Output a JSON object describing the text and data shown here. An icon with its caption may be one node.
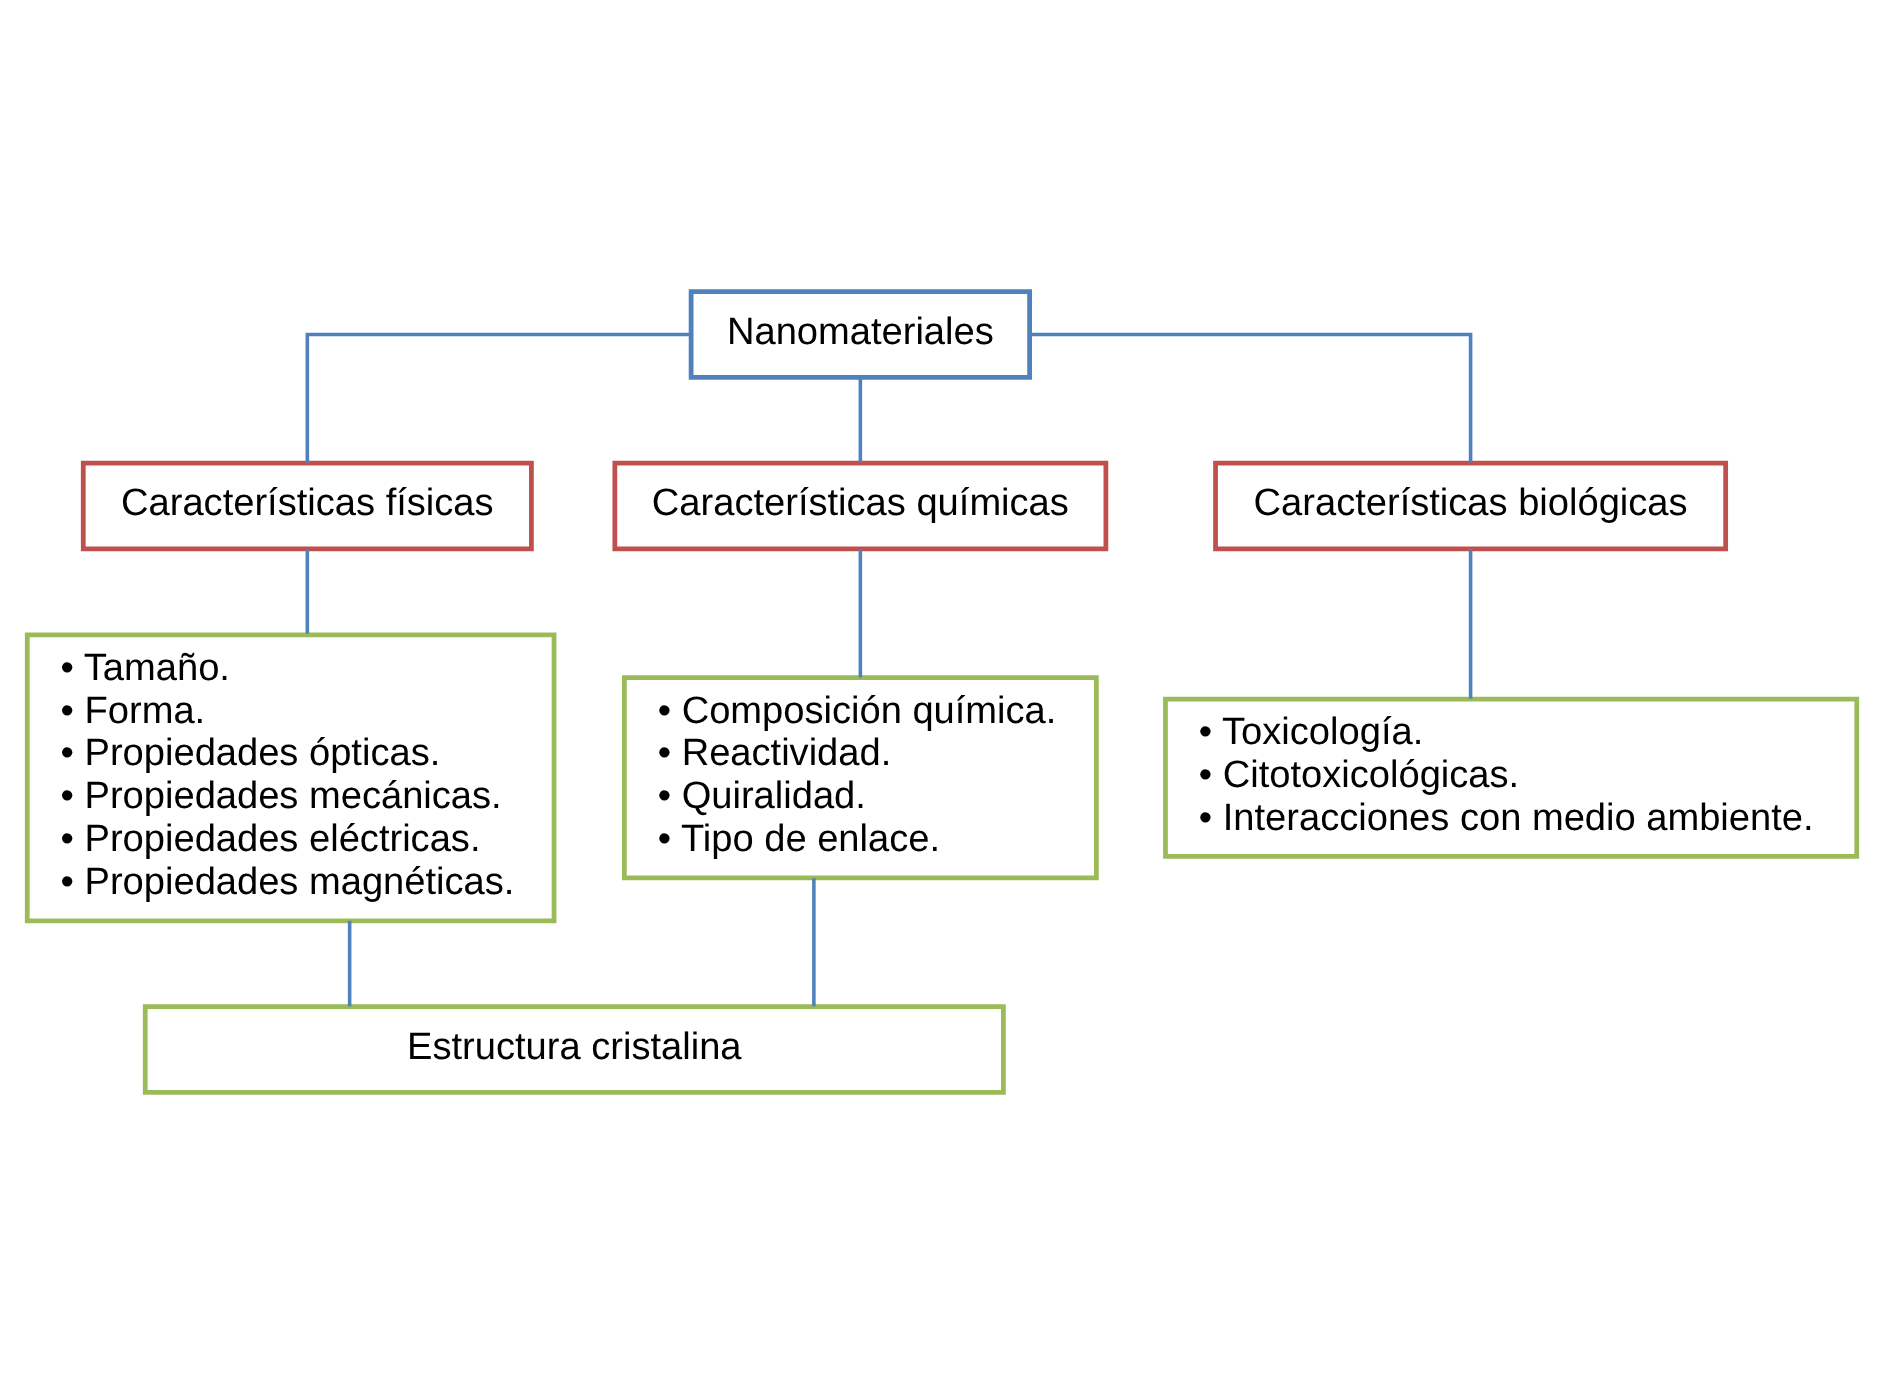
{
  "diagram": {
    "nodes": [
      {
        "text": [
          "Nanomateriales"
        ]
      },
      {
        "text": [
          "Características físicas"
        ]
      },
      {
        "text": [
          "Características químicas"
        ]
      },
      {
        "text": [
          "Características biológicas"
        ]
      },
      {
        "text": [
          "• Tamaño.",
          "• Forma.",
          "• Propiedades ópticas.",
          "• Propiedades mecánicas.",
          "• Propiedades eléctricas.",
          "• Propiedades magnéticas."
        ]
      },
      {
        "text": [
          "• Composición química.",
          "• Reactividad.",
          "• Quiralidad.",
          "• Tipo de enlace."
        ]
      },
      {
        "text": [
          "• Toxicología.",
          "• Citotoxicológicas.",
          "• Interacciones con medio ambiente."
        ]
      },
      {
        "text": [
          "Estructura cristalina"
        ]
      }
    ],
    "edges": [
      {
        "from": 0,
        "to": 1,
        "arrow": "none"
      },
      {
        "from": 0,
        "to": 2,
        "arrow": "none"
      },
      {
        "from": 0,
        "to": 3,
        "arrow": "none"
      },
      {
        "from": 1,
        "to": 4,
        "arrow": "none"
      },
      {
        "from": 2,
        "to": 5,
        "arrow": "none"
      },
      {
        "from": 3,
        "to": 6,
        "arrow": "none"
      },
      {
        "from": 4,
        "to": 7,
        "arrow": "none"
      },
      {
        "from": 5,
        "to": 7,
        "arrow": "none"
      }
    ]
  }
}
